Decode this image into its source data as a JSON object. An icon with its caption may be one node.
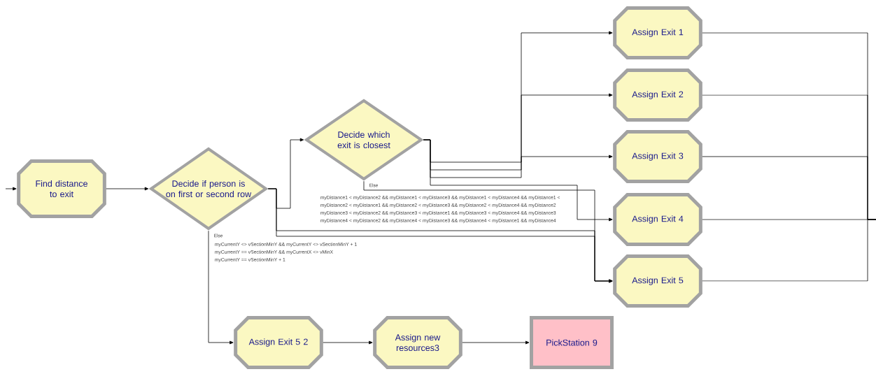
{
  "diagram": {
    "nodes": [
      {
        "text": [
          "Find distance to exit"
        ]
      },
      {
        "text": [
          "Decide if person is on first or second row"
        ]
      },
      {
        "text": [
          "Decide which exit is closest"
        ]
      },
      {
        "text": [
          "Assign Exit 1"
        ]
      },
      {
        "text": [
          "Assign Exit 2"
        ]
      },
      {
        "text": [
          "Assign Exit 3"
        ]
      },
      {
        "text": [
          "Assign Exit 4"
        ]
      },
      {
        "text": [
          "Assign Exit 5"
        ]
      },
      {
        "text": [
          "Assign Exit 5 2"
        ]
      },
      {
        "text": [
          "Assign new resources3"
        ]
      },
      {
        "text": [
          "PickStation 9"
        ]
      }
    ],
    "edges": [
      {
        "from": null,
        "to": 0,
        "arrow": "to"
      },
      {
        "from": 0,
        "to": 1,
        "arrow": "to"
      },
      {
        "from": 1,
        "to": 2,
        "arrow": "to"
      },
      {
        "from": 1,
        "to": 7,
        "arrow": "to"
      },
      {
        "from": 1,
        "to": 7,
        "arrow": "to"
      },
      {
        "from": 1,
        "to": 8,
        "arrow": "to",
        "label": "Else"
      },
      {
        "from": 2,
        "to": 3,
        "arrow": "to"
      },
      {
        "from": 2,
        "to": 4,
        "arrow": "to"
      },
      {
        "from": 2,
        "to": 5,
        "arrow": "to"
      },
      {
        "from": 2,
        "to": 6,
        "arrow": "to"
      },
      {
        "from": 2,
        "to": 7,
        "arrow": "to",
        "label": "Else"
      },
      {
        "from": 3,
        "to": null,
        "arrow": "none"
      },
      {
        "from": 4,
        "to": null,
        "arrow": "none"
      },
      {
        "from": 5,
        "to": null,
        "arrow": "none"
      },
      {
        "from": 6,
        "to": null,
        "arrow": "none"
      },
      {
        "from": 7,
        "to": null,
        "arrow": "none"
      },
      {
        "from": 8,
        "to": 9,
        "arrow": "to"
      },
      {
        "from": 9,
        "to": 10,
        "arrow": "to"
      }
    ],
    "labels": [
      "myDistance1 < myDistance2 && myDistance1 < myDistance3 && myDistance1 < myDistance4 && myDistance1 <",
      "myDistance2 < myDistance1 && myDistance2 < myDistance3 && myDistance2 < myDistance4 && myDistance2",
      "myDistance3 < myDistance2 && myDistance3 < myDistance1 && myDistance3 < myDistance4 && myDistance3",
      "myDistance4 < myDistance2 && myDistance4 < myDistance3 && myDistance4 < myDistance1 && myDistance4",
      "myCurrentY <> vSectionMinY && myCurrentY <> vSectionMinY + 1",
      "myCurrentY == vSectionMinY && myCurrentX <> vMinX",
      "myCurrentY == vSectionMinY + 1"
    ]
  }
}
